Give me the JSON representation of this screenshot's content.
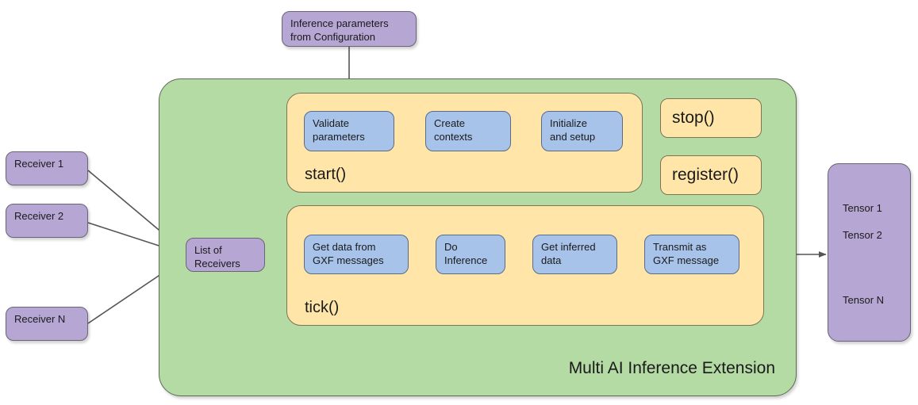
{
  "diagram": {
    "title": "Multi AI Inference Extension",
    "colors": {
      "purple": "#b5a6d4",
      "green": "#b5dba5",
      "yellow": "#ffe6a8",
      "blue": "#a7c3ea",
      "stroke": "#666666",
      "arrow": "#555555",
      "background": "#ffffff"
    }
  },
  "config_node": {
    "line1": "Inference parameters",
    "line2": "from Configuration"
  },
  "receivers": [
    {
      "label": "Receiver 1"
    },
    {
      "label": "Receiver 2"
    },
    {
      "label": "Receiver N"
    }
  ],
  "list_of_receivers": {
    "line1": "List of",
    "line2": "Receivers"
  },
  "start_group": {
    "label": "start()",
    "steps": [
      {
        "line1": "Validate",
        "line2": "parameters"
      },
      {
        "line1": "Create",
        "line2": "contexts"
      },
      {
        "line1": "Initialize",
        "line2": "and setup"
      }
    ]
  },
  "tick_group": {
    "label": "tick()",
    "steps": [
      {
        "line1": "Get data from",
        "line2": "GXF messages"
      },
      {
        "line1": "Do",
        "line2": "Inference"
      },
      {
        "line1": "Get inferred",
        "line2": "data"
      },
      {
        "line1": "Transmit as",
        "line2": "GXF message"
      }
    ]
  },
  "side_methods": [
    {
      "label": "stop()"
    },
    {
      "label": "register()"
    }
  ],
  "tensors": {
    "items": [
      {
        "label": "Tensor 1"
      },
      {
        "label": "Tensor 2"
      },
      {
        "label": "Tensor N"
      }
    ]
  }
}
